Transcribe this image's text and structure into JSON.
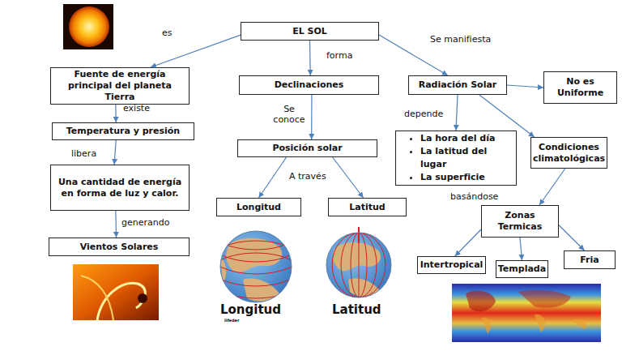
{
  "diagram": {
    "nodes": [
      {
        "text": [
          "EL SOL"
        ]
      },
      {
        "text": [
          "Fuente de energía principal del planeta Tierra"
        ]
      },
      {
        "text": [
          "Temperatura y presión"
        ]
      },
      {
        "text": [
          "Una cantidad de energía en forma de luz y calor."
        ]
      },
      {
        "text": [
          "Vientos Solares"
        ]
      },
      {
        "text": [
          "Declinaciones"
        ]
      },
      {
        "text": [
          "Posición solar"
        ]
      },
      {
        "text": [
          "Longitud"
        ]
      },
      {
        "text": [
          "Latitud"
        ]
      },
      {
        "text": [
          "Radiación Solar"
        ]
      },
      {
        "text": [
          "No es Uniforme"
        ]
      },
      {
        "text": [
          "La hora del día",
          "La latitud del lugar",
          "La superficie"
        ]
      },
      {
        "text": [
          "Condiciones climatológicas"
        ]
      },
      {
        "text": [
          "Zonas Termicas"
        ]
      },
      {
        "text": [
          "Intertropical"
        ]
      },
      {
        "text": [
          "Templada"
        ]
      },
      {
        "text": [
          "Fria"
        ]
      }
    ],
    "edges": [
      {
        "from": 0,
        "to": 1,
        "label": "es",
        "arrow": "to"
      },
      {
        "from": 1,
        "to": 2,
        "label": "existe",
        "arrow": "to"
      },
      {
        "from": 2,
        "to": 3,
        "label": "libera",
        "arrow": "to"
      },
      {
        "from": 3,
        "to": 4,
        "label": "generando",
        "arrow": "to"
      },
      {
        "from": 0,
        "to": 5,
        "label": "forma",
        "arrow": "to"
      },
      {
        "from": 5,
        "to": 6,
        "label": "Se conoce",
        "arrow": "to"
      },
      {
        "from": 6,
        "to": 7,
        "arrow": "to"
      },
      {
        "from": 6,
        "to": 8,
        "arrow": "to"
      },
      {
        "from": 0,
        "to": 9,
        "label": "Se manifiesta",
        "arrow": "to"
      },
      {
        "from": 9,
        "to": 10,
        "arrow": "to"
      },
      {
        "from": 9,
        "to": 11,
        "label": "depende",
        "arrow": "to"
      },
      {
        "from": 9,
        "to": 12,
        "arrow": "to"
      },
      {
        "from": 12,
        "to": 13,
        "label": "basándose",
        "arrow": "to"
      },
      {
        "from": 13,
        "to": 14,
        "arrow": "to"
      },
      {
        "from": 13,
        "to": 15,
        "arrow": "to"
      },
      {
        "from": 13,
        "to": 16,
        "arrow": "to"
      }
    ],
    "labels": [
      "A través",
      "Longitud",
      "Latitud",
      "lifeder"
    ]
  }
}
